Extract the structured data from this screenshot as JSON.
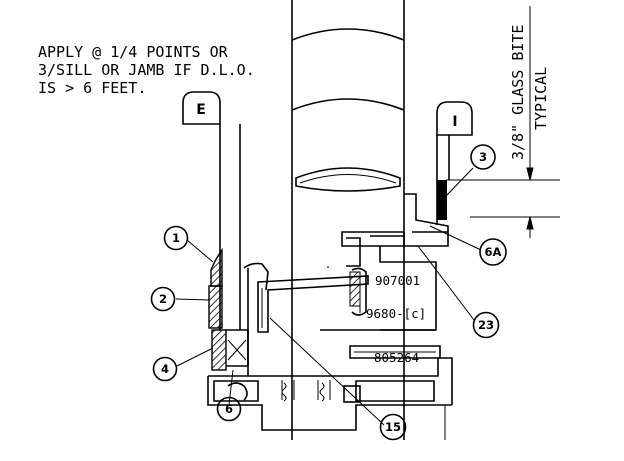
{
  "note": {
    "lines": [
      "APPLY @ 1/4 POINTS OR",
      "3/SILL OR JAMB IF D.L.O.",
      "IS > 6 FEET."
    ]
  },
  "dimension": {
    "line1": "3/8\" GLASS BITE",
    "line2": "TYPICAL"
  },
  "tags": {
    "exterior": "E",
    "interior": "I"
  },
  "parts": {
    "p907001": "907001",
    "p9680": "9680-[c]",
    "p805264": "805264"
  },
  "callouts": [
    "1",
    "2",
    "4",
    "6",
    "15",
    "23",
    "6A",
    "3"
  ]
}
